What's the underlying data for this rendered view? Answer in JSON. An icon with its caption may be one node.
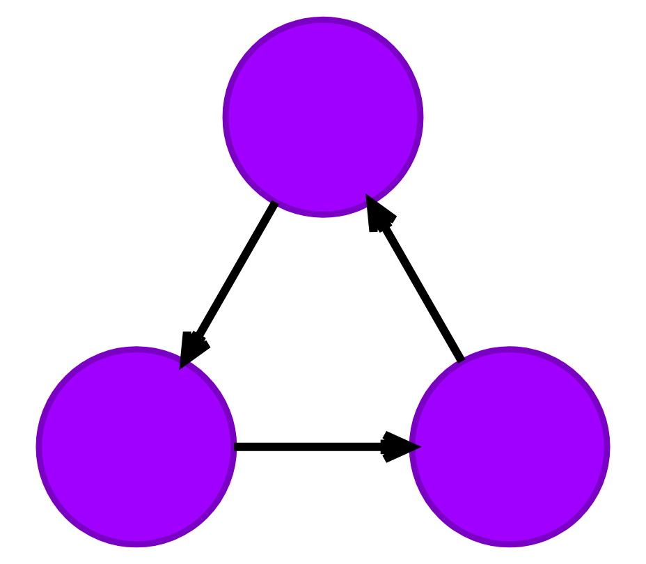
{
  "diagram": {
    "nodes": [
      {
        "text": [],
        "shape": "circle"
      },
      {
        "text": [],
        "shape": "circle"
      },
      {
        "text": [],
        "shape": "circle"
      }
    ],
    "edges": [
      {
        "from": 1,
        "to": 0,
        "arrow": "to"
      },
      {
        "from": 0,
        "to": 2,
        "arrow": "to"
      },
      {
        "from": 2,
        "to": 1,
        "arrow": "to"
      }
    ]
  }
}
